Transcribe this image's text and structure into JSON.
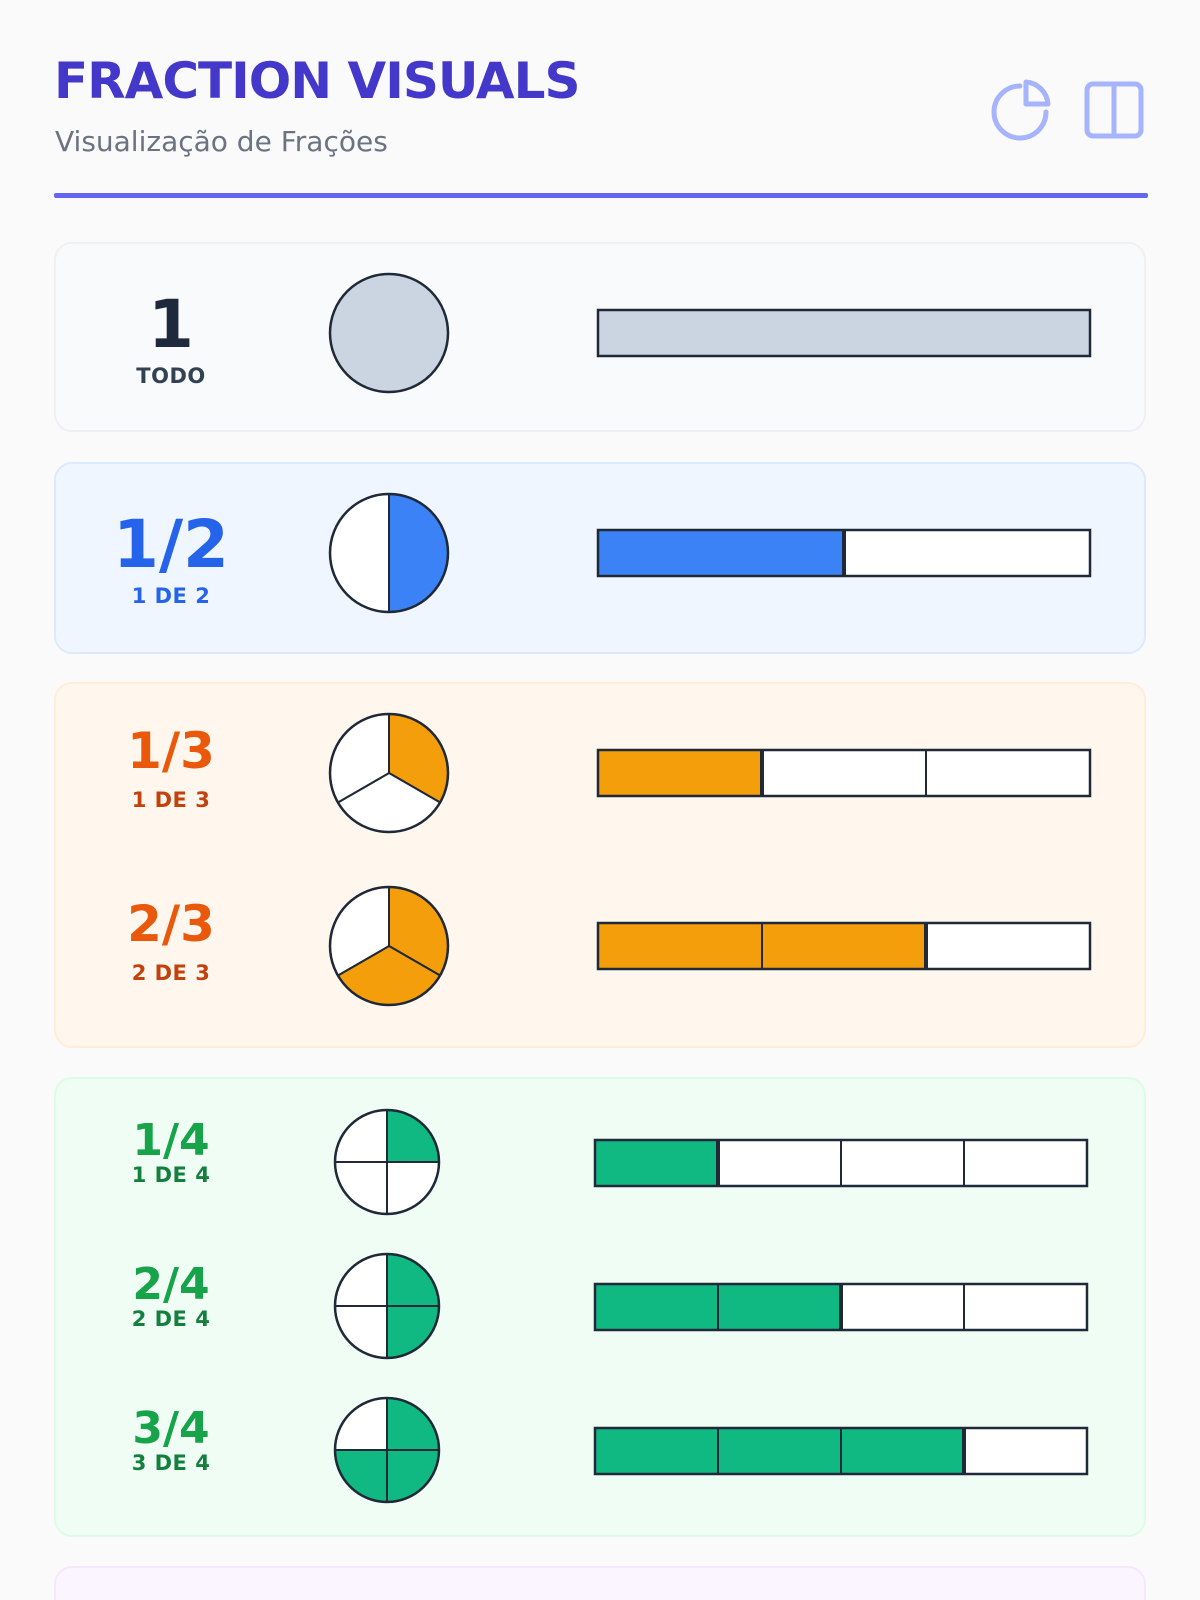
{
  "header": {
    "title": "FRACTION VISUALS",
    "subtitle": "Visualização de Frações",
    "accent": "#6366f1",
    "title_color": "#4338ca",
    "icons": [
      "pie-chart-icon",
      "columns-icon"
    ]
  },
  "groups": [
    {
      "name": "whole",
      "bg": "#f8fafc",
      "border": "#eef0f4",
      "fill": "#cbd5e1",
      "text_color": "#1e293b",
      "caption_color": "#334155",
      "rows": [
        {
          "label": "1",
          "caption": "TODO",
          "numerator": 1,
          "denominator": 1
        }
      ]
    },
    {
      "name": "halves",
      "bg": "#eff6ff",
      "border": "#dbeafe",
      "fill": "#3b82f6",
      "text_color": "#2563eb",
      "caption_color": "#2563eb",
      "rows": [
        {
          "label": "1/2",
          "caption": "1 DE 2",
          "numerator": 1,
          "denominator": 2
        }
      ]
    },
    {
      "name": "thirds",
      "bg": "#fff7ed",
      "border": "#ffedd5",
      "fill": "#f59e0b",
      "text_color": "#ea580c",
      "caption_color": "#c2410c",
      "rows": [
        {
          "label": "1/3",
          "caption": "1 DE 3",
          "numerator": 1,
          "denominator": 3
        },
        {
          "label": "2/3",
          "caption": "2 DE 3",
          "numerator": 2,
          "denominator": 3
        }
      ]
    },
    {
      "name": "quarters",
      "bg": "#f0fdf4",
      "border": "#dcfce7",
      "fill": "#10b981",
      "text_color": "#16a34a",
      "caption_color": "#15803d",
      "rows": [
        {
          "label": "1/4",
          "caption": "1 DE 4",
          "numerator": 1,
          "denominator": 4
        },
        {
          "label": "2/4",
          "caption": "2 DE 4",
          "numerator": 2,
          "denominator": 4
        },
        {
          "label": "3/4",
          "caption": "3 DE 4",
          "numerator": 3,
          "denominator": 4
        }
      ]
    },
    {
      "name": "next-partial",
      "bg": "#faf5ff",
      "border": "#f3e8ff",
      "fill": "#a855f7",
      "text_color": "#7e22ce",
      "caption_color": "#7e22ce",
      "rows": []
    }
  ]
}
